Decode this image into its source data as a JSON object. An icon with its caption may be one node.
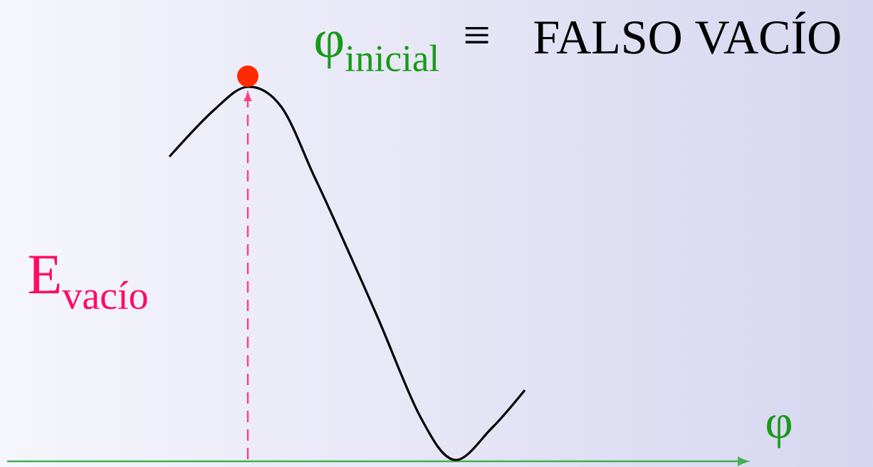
{
  "diagram": {
    "labels": [
      "φ$_{inicial}$",
      "≡",
      "FALSO VACÍO",
      "E$_{vacío}$",
      "φ"
    ]
  }
}
